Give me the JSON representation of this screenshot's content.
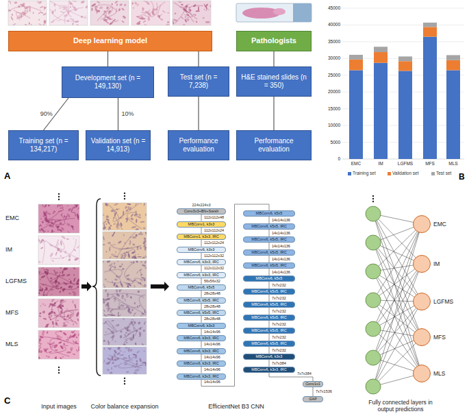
{
  "diagram": {
    "nodes": [
      {
        "text": [
          "Deep learning model"
        ]
      },
      {
        "text": [
          "Pathologists"
        ]
      },
      {
        "text": [
          "Development set (n = 149,130)"
        ]
      },
      {
        "text": [
          "Test set (n = 7,238)"
        ]
      },
      {
        "text": [
          "H&E stained slides (n = 350)"
        ]
      },
      {
        "text": [
          "Training set (n = 134,217)"
        ]
      },
      {
        "text": [
          "Validation set (n = 14,913)"
        ]
      },
      {
        "text": [
          "Performance evaluation"
        ]
      },
      {
        "text": [
          "Performance evaluation"
        ]
      },
      {
        "text": [
          "Conv3x3+BN+Swish"
        ]
      },
      {
        "text": [
          "MBConv1, k3x3"
        ]
      },
      {
        "text": [
          "MBConv1, k3x3, IRC"
        ]
      },
      {
        "text": [
          "MBConv6, k3x3"
        ]
      },
      {
        "text": [
          "MBConv6, k3x3, IRC"
        ]
      },
      {
        "text": [
          "MBConv6, k3x3, IRC"
        ]
      },
      {
        "text": [
          "MBConv6, k5x5"
        ]
      },
      {
        "text": [
          "MBConv6, k5x5, IRC"
        ]
      },
      {
        "text": [
          "MBConv6, k5x5, IRC"
        ]
      },
      {
        "text": [
          "MBConv6, k3x3"
        ]
      },
      {
        "text": [
          "MBConv6, k3x3, IRC"
        ]
      },
      {
        "text": [
          "MBConv6, k3x3, IRC"
        ]
      },
      {
        "text": [
          "MBConv6, k3x3, IRC"
        ]
      },
      {
        "text": [
          "MBConv6, k3x3, IRC"
        ]
      },
      {
        "text": [
          "MBConv6, k5x5"
        ]
      },
      {
        "text": [
          "MBConv6, k5x5, IRC"
        ]
      },
      {
        "text": [
          "MBConv6, k5x5, IRC"
        ]
      },
      {
        "text": [
          "MBConv6, k5x5, IRC"
        ]
      },
      {
        "text": [
          "MBConv6, k5x5, IRC"
        ]
      },
      {
        "text": [
          "MBConv6, k5x5"
        ]
      },
      {
        "text": [
          "MBConv6, k5x5, IRC"
        ]
      },
      {
        "text": [
          "MBConv6, k5x5, IRC"
        ]
      },
      {
        "text": [
          "MBConv6, k5x5, IRC"
        ]
      },
      {
        "text": [
          "MBConv6, k5x5, IRC"
        ]
      },
      {
        "text": [
          "MBConv6, k5x5, IRC"
        ]
      },
      {
        "text": [
          "MBConv6, k3x3"
        ]
      },
      {
        "text": [
          "MBConv6, k3x3, IRC"
        ]
      },
      {
        "text": [
          "Conv1x1"
        ]
      },
      {
        "text": [
          "GAP"
        ]
      },
      {
        "text": [
          "EMC"
        ]
      },
      {
        "text": [
          "IM"
        ]
      },
      {
        "text": [
          "LGFMS"
        ]
      },
      {
        "text": [
          "MFS"
        ]
      },
      {
        "text": [
          "MLS"
        ]
      }
    ],
    "edges": [
      {
        "from": 0,
        "to": 2,
        "arrow": "none"
      },
      {
        "from": 0,
        "to": 3,
        "arrow": "none"
      },
      {
        "from": 1,
        "to": 4,
        "arrow": "none"
      },
      {
        "from": 2,
        "to": 5,
        "label": "90%",
        "arrow": "none"
      },
      {
        "from": 2,
        "to": 6,
        "label": "10%",
        "arrow": "none"
      },
      {
        "from": 3,
        "to": 7,
        "arrow": "none"
      },
      {
        "from": 4,
        "to": 8,
        "arrow": "none"
      },
      {
        "from": 9,
        "to": 10,
        "label": "112x112x48",
        "arrow": "none"
      },
      {
        "from": 10,
        "to": 11,
        "label": "112x112x24",
        "arrow": "none"
      },
      {
        "from": 11,
        "to": 12,
        "label": "112x112x24",
        "arrow": "none"
      },
      {
        "from": 12,
        "to": 13,
        "label": "112x112x32",
        "arrow": "none"
      },
      {
        "from": 13,
        "to": 14,
        "label": "112x112x32",
        "arrow": "none"
      },
      {
        "from": 14,
        "to": 15,
        "label": "56x56x32",
        "arrow": "none"
      },
      {
        "from": 15,
        "to": 16,
        "label": "28x28x48",
        "arrow": "none"
      },
      {
        "from": 16,
        "to": 17,
        "label": "28x28x48",
        "arrow": "none"
      },
      {
        "from": 17,
        "to": 18,
        "label": "28x28x48",
        "arrow": "none"
      },
      {
        "from": 18,
        "to": 19,
        "label": "14x14x96",
        "arrow": "none"
      },
      {
        "from": 19,
        "to": 20,
        "label": "14x14x96",
        "arrow": "none"
      },
      {
        "from": 20,
        "to": 21,
        "label": "14x14x96",
        "arrow": "none"
      },
      {
        "from": 21,
        "to": 22,
        "label": "14x14x96",
        "arrow": "none"
      },
      {
        "from": 22,
        "to": 23,
        "label": "14x14x96",
        "arrow": "none"
      },
      {
        "from": 23,
        "to": 24,
        "label": "14x14x136",
        "arrow": "none"
      },
      {
        "from": 24,
        "to": 25,
        "label": "14x14x136",
        "arrow": "none"
      },
      {
        "from": 25,
        "to": 26,
        "label": "14x14x136",
        "arrow": "none"
      },
      {
        "from": 26,
        "to": 27,
        "label": "14x14x136",
        "arrow": "none"
      },
      {
        "from": 27,
        "to": 28,
        "label": "14x14x136",
        "arrow": "none"
      },
      {
        "from": 28,
        "to": 29,
        "label": "7x7x232",
        "arrow": "none"
      },
      {
        "from": 29,
        "to": 30,
        "label": "7x7x232",
        "arrow": "none"
      },
      {
        "from": 30,
        "to": 31,
        "label": "7x7x232",
        "arrow": "none"
      },
      {
        "from": 31,
        "to": 32,
        "label": "7x7x232",
        "arrow": "none"
      },
      {
        "from": 32,
        "to": 33,
        "label": "7x7x232",
        "arrow": "none"
      },
      {
        "from": 33,
        "to": 34,
        "label": "7x7x232",
        "arrow": "none"
      },
      {
        "from": 34,
        "to": 35,
        "label": "7x7x384",
        "arrow": "none"
      },
      {
        "from": 35,
        "to": 36,
        "label": "7x7x384",
        "arrow": "none"
      },
      {
        "from": 36,
        "to": 37,
        "label": "7x7x1536",
        "arrow": "none"
      }
    ],
    "labels": [
      "A",
      "45000",
      "40000",
      "35000",
      "30000",
      "25000",
      "20000",
      "15000",
      "10000",
      "5000",
      "0",
      "EMC",
      "IM",
      "LGFMS",
      "MFS",
      "MLS",
      "B",
      "EMC",
      "IM",
      "LGFMS",
      "MFS",
      "MLS",
      "224x224x3",
      "Input images",
      "Color balance expansion",
      "EfficientNet B3 CNN",
      "Fully connected layers in output predictions",
      "C"
    ],
    "legend": [
      {
        "text": "Training set",
        "color": "#4472c4"
      },
      {
        "text": "Validation set",
        "color": "#ed7d31"
      },
      {
        "text": "Test set",
        "color": "#a5a5a5"
      }
    ]
  }
}
